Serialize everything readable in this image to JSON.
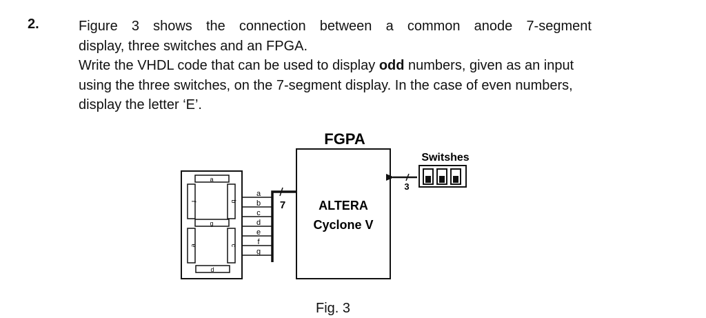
{
  "question": {
    "number": "2.",
    "line1_words": [
      "Figure",
      "3",
      "shows",
      "the",
      "connection",
      "between",
      "a",
      "common",
      "anode",
      "7-segment"
    ],
    "line2": "display, three switches and an FPGA.",
    "line3_pre": "Write the VHDL code that can be used to display ",
    "line3_bold": "odd",
    "line3_post": " numbers, given as an input",
    "line4": "using the three switches, on the 7-segment display. In the case of even numbers,",
    "line5": "display the letter ‘E’."
  },
  "figure": {
    "fpga_title": "FGPA",
    "fpga_line1": "ALTERA",
    "fpga_line2": "Cyclone V",
    "switches_label": "Switshes",
    "switch_count": 3,
    "bus_to_display_width": "7",
    "bus_from_switches_width": "3",
    "segment_labels": {
      "a": "a",
      "b": "b",
      "c": "c",
      "d": "d",
      "e": "e",
      "f": "f",
      "g": "g"
    },
    "pin_labels": [
      "a",
      "b",
      "c",
      "d",
      "e",
      "f",
      "g"
    ],
    "caption": "Fig. 3"
  }
}
